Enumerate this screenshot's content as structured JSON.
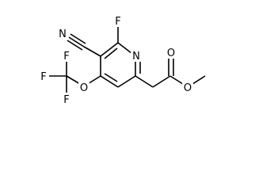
{
  "molecule": {
    "atoms": {
      "cyano_n": "N",
      "fluoro_top": "F",
      "ring_n": "N",
      "carbonyl_o": "O",
      "ester_o": "O",
      "ether_o": "O",
      "cf3_f_top": "F",
      "cf3_f_left": "F",
      "cf3_f_bottom": "F"
    }
  },
  "colors": {
    "ink": "#000000",
    "background": "#ffffff"
  }
}
